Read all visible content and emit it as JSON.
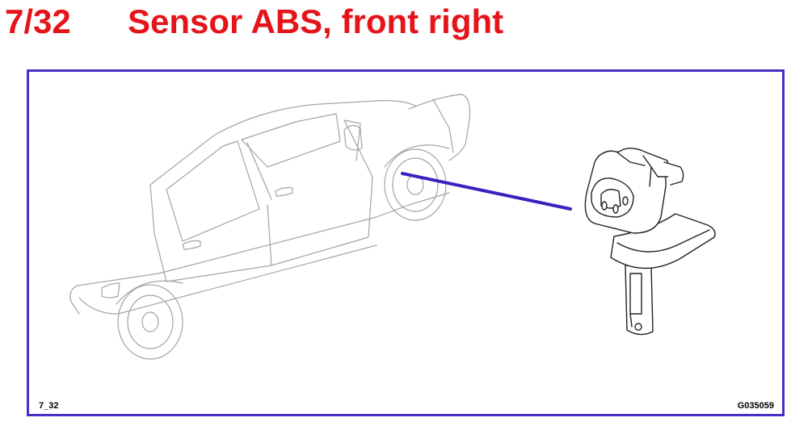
{
  "header": {
    "code": "7/32",
    "title": "Sensor ABS, front right"
  },
  "figure": {
    "label_left": "7_32",
    "label_right": "G035059",
    "colors": {
      "title": "#e5141b",
      "frame": "#4b2fc4",
      "pointer": "#3b22c0",
      "drawing": "#9a9a9a",
      "sensor": "#222222"
    },
    "icons": [
      "car-outline-illustration",
      "abs-sensor-illustration"
    ]
  }
}
